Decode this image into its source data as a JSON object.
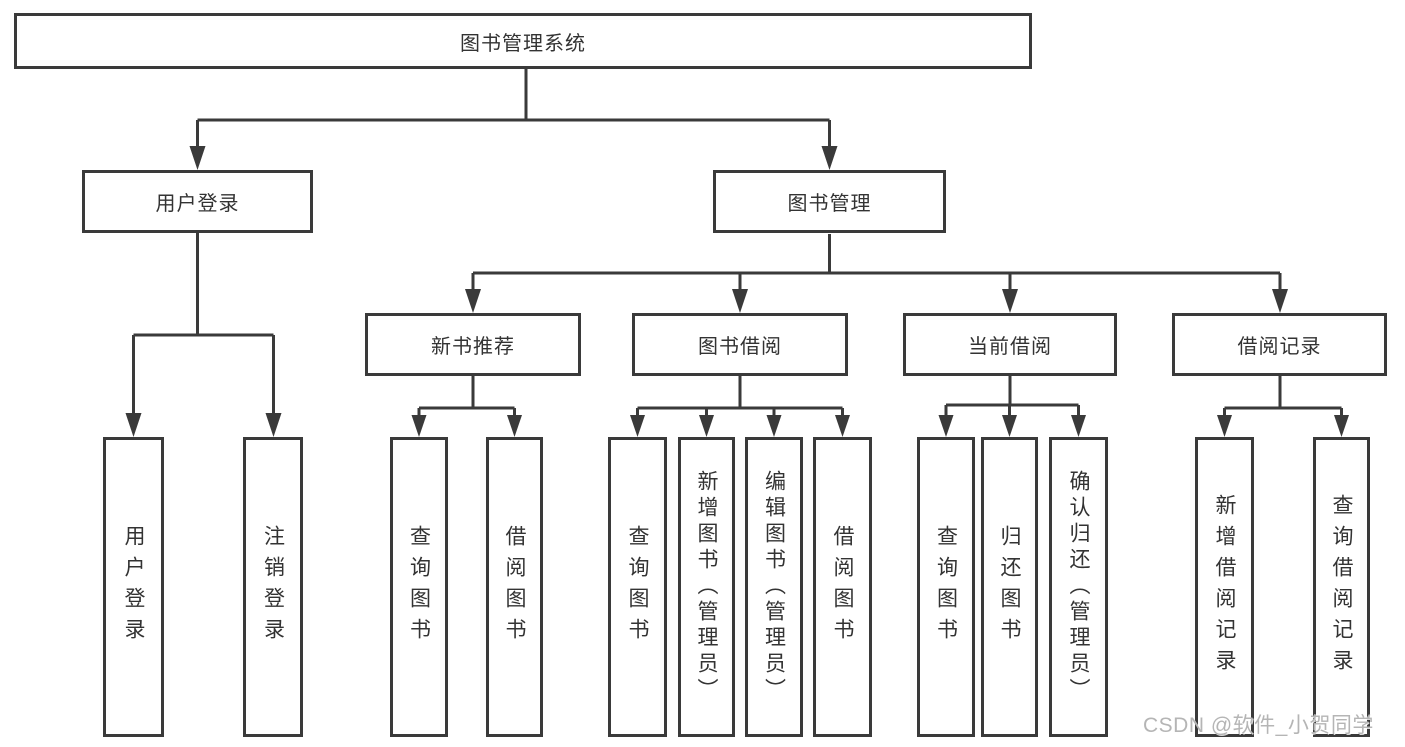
{
  "colors": {
    "line": "#3a3a3a",
    "text": "#333333",
    "watermark": "#b5b5b5",
    "background": "#ffffff"
  },
  "watermark": "CSDN @软件_小贺同学",
  "tree": {
    "root": {
      "label": "图书管理系统"
    },
    "children": [
      {
        "label": "用户登录",
        "children": [
          {
            "label": "用户登录"
          },
          {
            "label": "注销登录"
          }
        ]
      },
      {
        "label": "图书管理",
        "children": [
          {
            "label": "新书推荐",
            "children": [
              {
                "label": "查询图书"
              },
              {
                "label": "借阅图书"
              }
            ]
          },
          {
            "label": "图书借阅",
            "children": [
              {
                "label": "查询图书"
              },
              {
                "label": "新增图书（管理员）"
              },
              {
                "label": "编辑图书（管理员）"
              },
              {
                "label": "借阅图书"
              }
            ]
          },
          {
            "label": "当前借阅",
            "children": [
              {
                "label": "查询图书"
              },
              {
                "label": "归还图书"
              },
              {
                "label": "确认归还（管理员）"
              }
            ]
          },
          {
            "label": "借阅记录",
            "children": [
              {
                "label": "新增借阅记录"
              },
              {
                "label": "查询借阅记录"
              }
            ]
          }
        ]
      }
    ]
  }
}
